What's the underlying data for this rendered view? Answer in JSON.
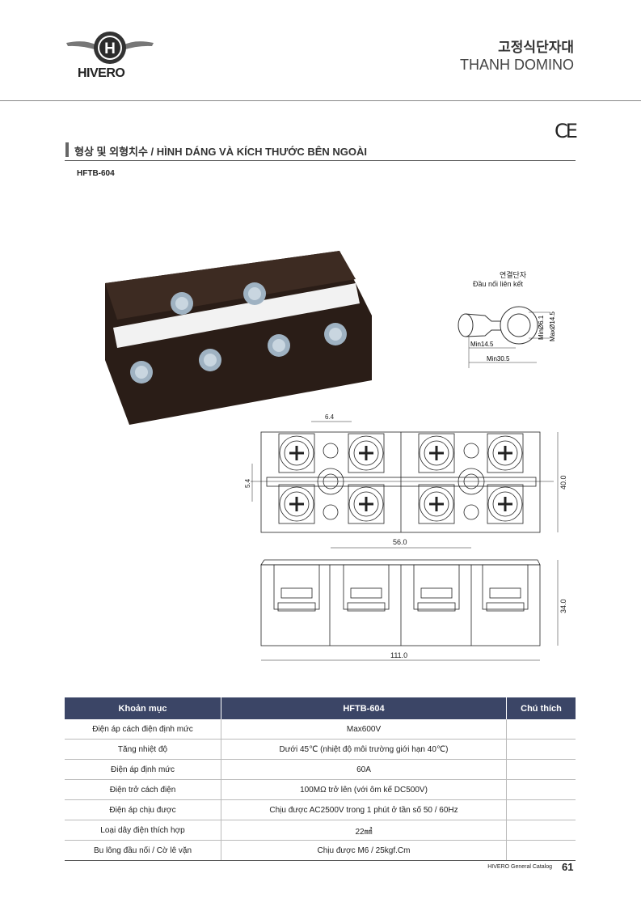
{
  "header": {
    "logo_text": "HIVERO",
    "title_ko": "고정식단자대",
    "title_en": "THANH DOMINO",
    "ce_mark": "CE"
  },
  "section": {
    "title": "형상 및 외형치수 / HÌNH DÁNG VÀ KÍCH THƯỚC BÊN NGOÀI",
    "model": "HFTB-604"
  },
  "connector": {
    "label_ko": "연결단자",
    "label_vi": "Đầu nối liên kết",
    "dims": [
      "Min14.5",
      "Min30.5",
      "MinØ6.1",
      "MaxØ14.5"
    ]
  },
  "drawing": {
    "dims": {
      "pitch_hole": "6.4",
      "slot": "5.4",
      "height": "40.0",
      "hole_spacing": "56.0",
      "depth": "34.0",
      "length": "111.0"
    }
  },
  "table": {
    "headers": [
      "Khoản mục",
      "HFTB-604",
      "Chú thích"
    ],
    "rows": [
      [
        "Điện áp cách điện định mức",
        "Max600V",
        ""
      ],
      [
        "Tăng nhiệt độ",
        "Dưới 45℃ (nhiệt độ môi trường giới hạn 40℃)",
        ""
      ],
      [
        "Điện áp định mức",
        "60A",
        ""
      ],
      [
        "Điện trở cách điện",
        "100MΩ trở lên (với ôm kế DC500V)",
        ""
      ],
      [
        "Điện áp chịu được",
        "Chịu được AC2500V trong 1 phút ở tần số 50 / 60Hz",
        ""
      ],
      [
        "Loại dây điện thích hợp",
        "22㎟",
        ""
      ],
      [
        "Bu lông đầu nối / Cờ lê vặn",
        "Chịu được M6 / 25kgf.Cm",
        ""
      ]
    ]
  },
  "footer": {
    "catalog": "HIVERO General Catalog",
    "page": "61"
  }
}
